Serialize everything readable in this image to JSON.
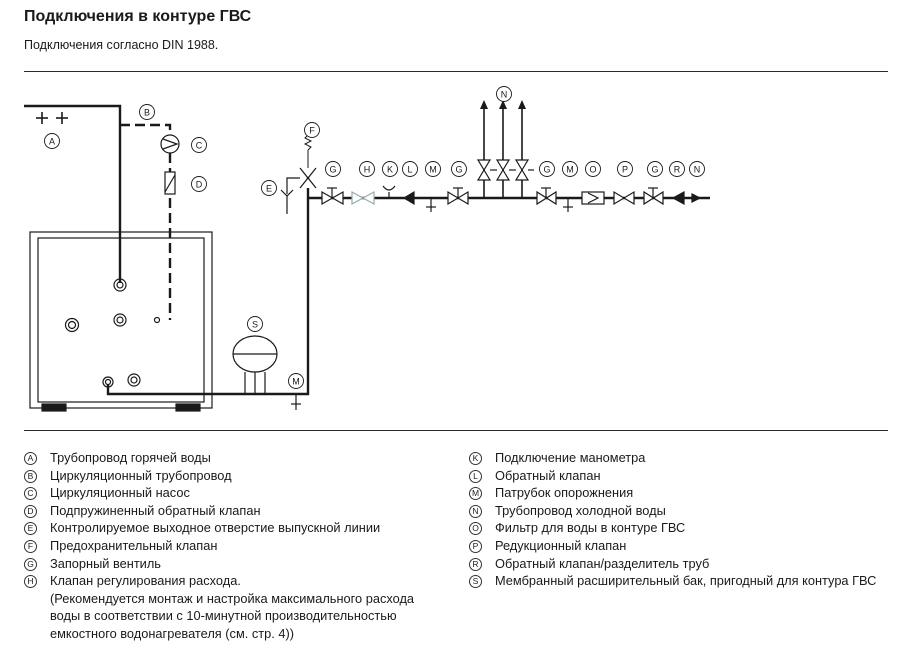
{
  "header": {
    "title": "Подключения в контуре ГВС",
    "subtitle": "Подключения согласно DIN 1988."
  },
  "diagram": {
    "labels": {
      "A": "A",
      "B": "B",
      "C": "C",
      "D": "D",
      "E": "E",
      "F": "F",
      "G": "G",
      "H": "H",
      "K": "K",
      "L": "L",
      "M": "M",
      "N": "N",
      "O": "O",
      "P": "P",
      "R": "R",
      "S": "S"
    }
  },
  "legend": {
    "left": [
      {
        "letter": "A",
        "text": "Трубопровод горячей воды"
      },
      {
        "letter": "B",
        "text": "Циркуляционный трубопровод"
      },
      {
        "letter": "C",
        "text": "Циркуляционный насос"
      },
      {
        "letter": "D",
        "text": "Подпружиненный обратный клапан"
      },
      {
        "letter": "E",
        "text": "Контролируемое выходное отверстие выпускной линии"
      },
      {
        "letter": "F",
        "text": "Предохранительный клапан"
      },
      {
        "letter": "G",
        "text": "Запорный вентиль"
      },
      {
        "letter": "H",
        "text": "Клапан регулирования расхода.\n(Рекомендуется монтаж и настройка максимального расхода воды в соответствии с 10-минутной производительностью емкостного водонагревателя (см. стр. 4))"
      }
    ],
    "right": [
      {
        "letter": "K",
        "text": "Подключение манометра"
      },
      {
        "letter": "L",
        "text": "Обратный клапан"
      },
      {
        "letter": "M",
        "text": "Патрубок опорожнения"
      },
      {
        "letter": "N",
        "text": "Трубопровод холодной воды"
      },
      {
        "letter": "O",
        "text": "Фильтр для воды в контуре ГВС"
      },
      {
        "letter": "P",
        "text": "Редукционный клапан"
      },
      {
        "letter": "R",
        "text": "Обратный клапан/разделитель труб"
      },
      {
        "letter": "S",
        "text": "Мембранный расширительный бак, пригодный для контура ГВС"
      }
    ]
  }
}
